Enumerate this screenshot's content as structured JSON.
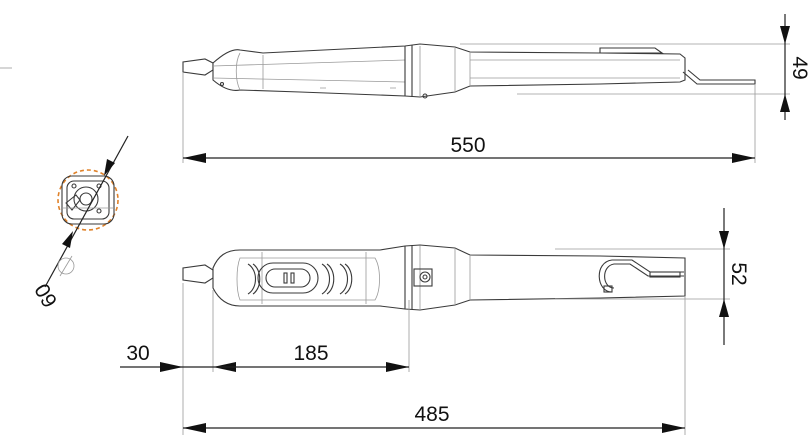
{
  "dimensions": {
    "height_top": "49",
    "length_total": "550",
    "diameter": "60",
    "height_bottom": "52",
    "offset_left": "30",
    "length_grip": "185",
    "length_body": "485"
  },
  "colors": {
    "line": "#3a3a3a",
    "dimension": "#111111",
    "accent": "#e0822a"
  }
}
